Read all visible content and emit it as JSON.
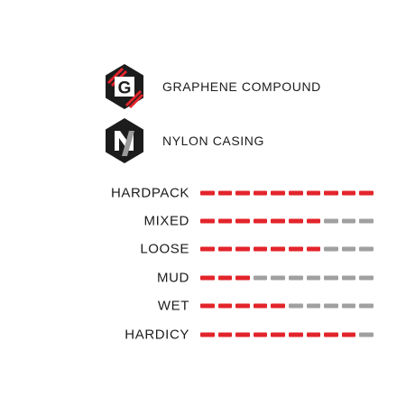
{
  "features": [
    {
      "id": "graphene",
      "label": "GRAPHENE COMPOUND",
      "icon": "graphene-g-hexagon-icon",
      "glyph": "G",
      "colors": {
        "badge": "#1c1c1c",
        "accent": "#e3242b",
        "glyph_fill": "#ffffff"
      }
    },
    {
      "id": "nylon",
      "label": "NYLON CASING",
      "icon": "nylon-n-hexagon-icon",
      "glyph": "N",
      "colors": {
        "badge": "#1c1c1c",
        "glyph_fill": "#ffffff",
        "accent": "#9a9a9a"
      }
    }
  ],
  "ratings": {
    "max": 10,
    "colors": {
      "active": "#e3242b",
      "inactive": "#a0a0a0"
    },
    "rows": [
      {
        "label": "HARDPACK",
        "value": 10
      },
      {
        "label": "MIXED",
        "value": 7
      },
      {
        "label": "LOOSE",
        "value": 7
      },
      {
        "label": "MUD",
        "value": 3
      },
      {
        "label": "WET",
        "value": 5
      },
      {
        "label": "HARDICY",
        "value": 9
      }
    ]
  }
}
